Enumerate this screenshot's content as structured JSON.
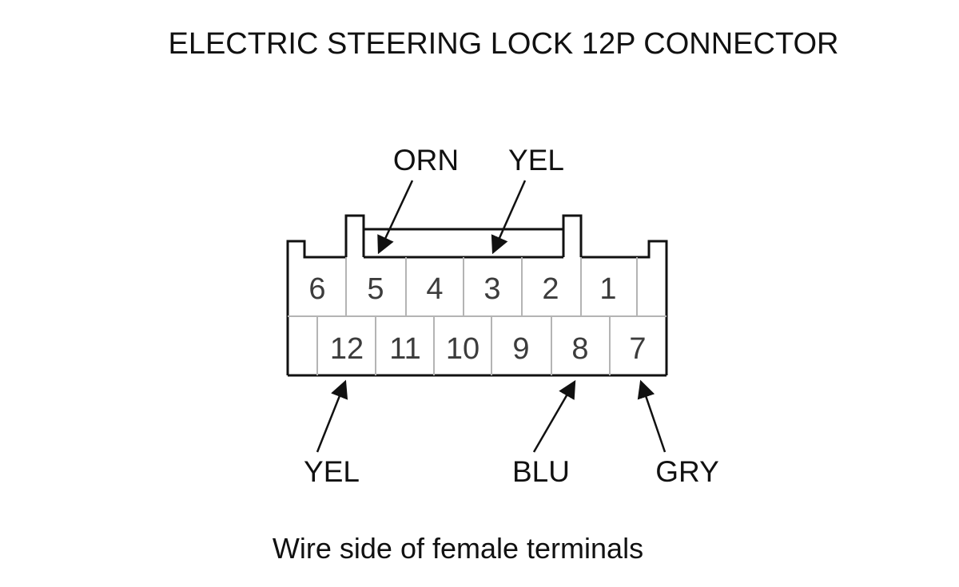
{
  "title": "ELECTRIC STEERING LOCK 12P CONNECTOR",
  "caption": "Wire side of female terminals",
  "connector": {
    "top_row_pins": [
      "6",
      "5",
      "4",
      "3",
      "2",
      "1"
    ],
    "bottom_row_pins": [
      "12",
      "11",
      "10",
      "9",
      "8",
      "7"
    ]
  },
  "wire_labels": [
    {
      "color": "ORN",
      "pin": "5"
    },
    {
      "color": "YEL",
      "pin": "3"
    },
    {
      "color": "YEL",
      "pin": "12"
    },
    {
      "color": "BLU",
      "pin": "8"
    },
    {
      "color": "GRY",
      "pin": "7"
    }
  ],
  "colors": {
    "ink": "#111111",
    "pin_text": "#3c3c3c",
    "cell_line": "#b4b4b4"
  }
}
